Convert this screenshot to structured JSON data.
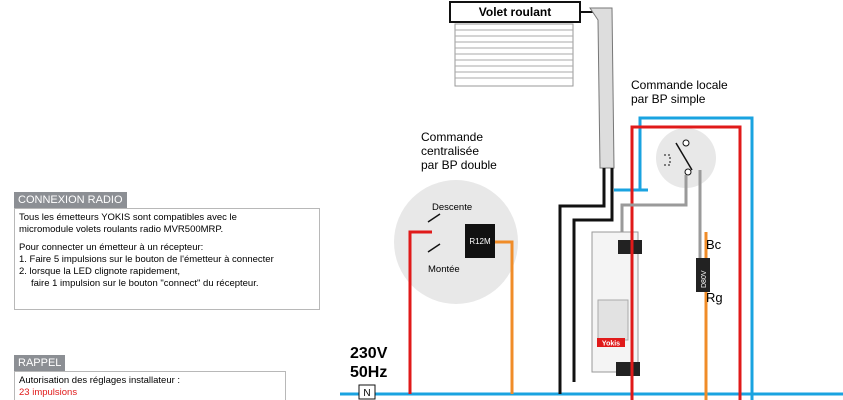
{
  "shutter": {
    "label": "Volet roulant"
  },
  "local_command": {
    "line1": "Commande locale",
    "line2": "par BP simple"
  },
  "central_command": {
    "line1": "Commande",
    "line2": "centralisée",
    "line3": "par BP double",
    "down": "Descente",
    "up": "Montée",
    "module": "R12M"
  },
  "connexion_radio": {
    "title": "CONNEXION RADIO",
    "p1a": "Tous les émetteurs YOKIS sont compatibles avec le",
    "p1b": "micromodule volets roulants radio MVR500MRP.",
    "p2": "Pour connecter un émetteur à un récepteur:",
    "step1": "1. Faire 5 impulsions sur le bouton de l'émetteur à connecter",
    "step2a": "2. lorsque la LED clignote rapidement,",
    "step2b": "faire 1 impulsion sur le bouton \"connect\" du récepteur."
  },
  "rappel": {
    "title": "RAPPEL",
    "line1": "Autorisation des réglages installateur :",
    "line2": "23 impulsions"
  },
  "power": {
    "voltage": "230V",
    "frequency": "50Hz",
    "neutral": "N"
  },
  "cable": {
    "bc": "Bc",
    "rg": "Rg",
    "fuse": "D80V"
  },
  "module": {
    "brand": "Yokis"
  },
  "colors": {
    "blue": "#1aa3e0",
    "red": "#e01a1a",
    "orange": "#f08c28",
    "black": "#111111",
    "gray": "#9a9a9a"
  }
}
